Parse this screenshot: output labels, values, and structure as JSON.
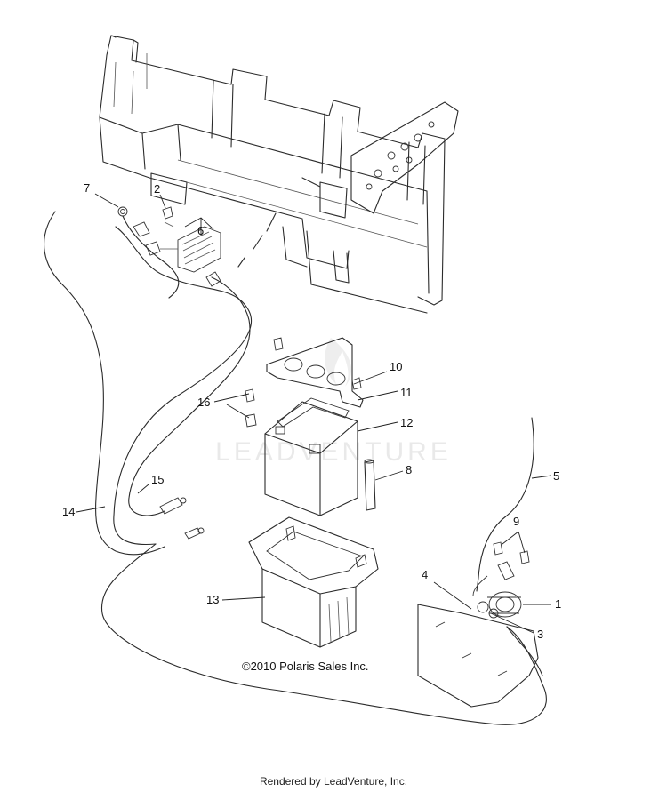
{
  "copyright": "©2010 Polaris Sales Inc.",
  "watermark": "LEADVENTURE",
  "footer": "Rendered by LeadVenture, Inc.",
  "callouts": [
    {
      "id": "c1",
      "label": "1"
    },
    {
      "id": "c2",
      "label": "2"
    },
    {
      "id": "c3",
      "label": "3"
    },
    {
      "id": "c4",
      "label": "4"
    },
    {
      "id": "c5",
      "label": "5"
    },
    {
      "id": "c6",
      "label": "6"
    },
    {
      "id": "c7",
      "label": "7"
    },
    {
      "id": "c8",
      "label": "8"
    },
    {
      "id": "c9",
      "label": "9"
    },
    {
      "id": "c10",
      "label": "10"
    },
    {
      "id": "c11",
      "label": "11"
    },
    {
      "id": "c12",
      "label": "12"
    },
    {
      "id": "c13",
      "label": "13"
    },
    {
      "id": "c14",
      "label": "14"
    },
    {
      "id": "c15",
      "label": "15"
    },
    {
      "id": "c16",
      "label": "16"
    }
  ]
}
